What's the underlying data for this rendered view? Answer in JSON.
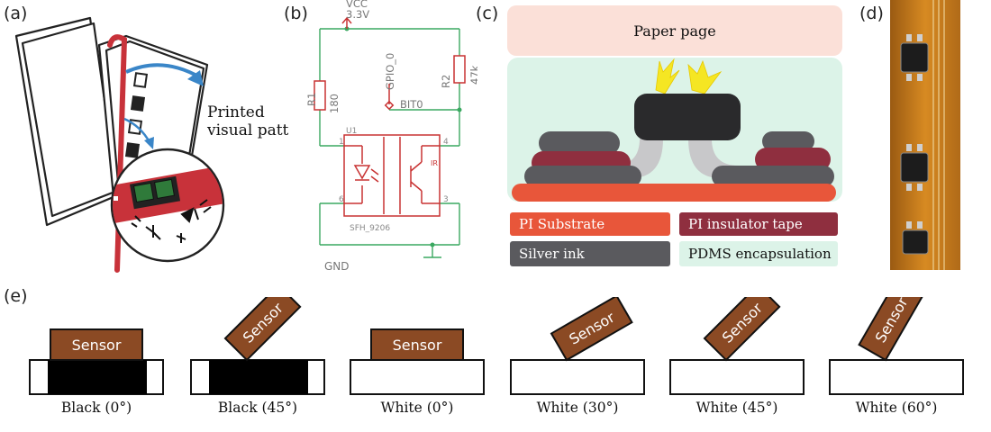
{
  "panels": {
    "a": {
      "label": "(a)",
      "callout": "Printed visual pattern",
      "callout_line1": "Printed",
      "callout_line2": "visual pattern",
      "colors": {
        "binding": "#c8323a",
        "arrow": "#3a86c8",
        "sensor_pad": "#2f7a3a"
      }
    },
    "b": {
      "label": "(b)",
      "vcc": "VCC",
      "vcc_voltage": "3.3V",
      "gpio": "GPIO_0",
      "bit": "BIT0",
      "r1_name": "R1",
      "r1_value": "180",
      "r2_name": "R2",
      "r2_value": "47k",
      "ic_ref": "U1",
      "ic_part": "SFH_9206",
      "ir": "IR",
      "pin1": "1",
      "pin4": "4",
      "pin6": "6",
      "pin3": "3",
      "gnd": "GND",
      "colors": {
        "wire": "#3aa860",
        "component": "#c83232"
      }
    },
    "c": {
      "label": "(c)",
      "top_layer": "Paper page",
      "legend": {
        "pi_substrate": "PI Substrate",
        "pi_insulator": "PI insulator tape",
        "silver_ink": "Silver ink",
        "pdms": "PDMS encapsulation"
      },
      "colors": {
        "paper": "#fbe0d8",
        "pdms": "#dcf3e8",
        "pi_substrate": "#e8563a",
        "pi_insulator": "#8f2f3f",
        "silver_ink": "#5a5a5e",
        "chip": "#2a2a2c",
        "light": "#f5e623"
      }
    },
    "d": {
      "label": "(d)"
    },
    "e": {
      "label": "(e)",
      "sensor_text": "Sensor",
      "configurations": [
        {
          "caption": "Black (0°)",
          "surface": "black",
          "angle": 0
        },
        {
          "caption": "Black (45°)",
          "surface": "black",
          "angle": 45
        },
        {
          "caption": "White (0°)",
          "surface": "white",
          "angle": 0
        },
        {
          "caption": "White (30°)",
          "surface": "white",
          "angle": 30
        },
        {
          "caption": "White (45°)",
          "surface": "white",
          "angle": 45
        },
        {
          "caption": "White (60°)",
          "surface": "white",
          "angle": 60
        }
      ],
      "colors": {
        "sensor": "#8b4a24",
        "black": "#000000",
        "white": "#ffffff"
      }
    }
  }
}
